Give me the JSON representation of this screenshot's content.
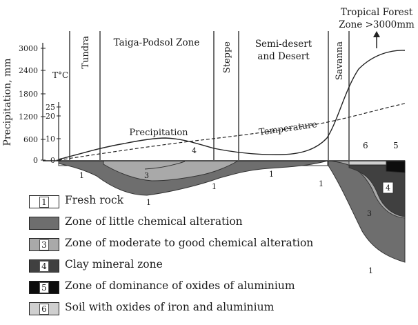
{
  "axis": {
    "ylabel": "Precipitation, mm",
    "ticks": [
      "3000",
      "2400",
      "1800",
      "1200",
      "600",
      "0"
    ],
    "temp_label": "T°C",
    "temp_ticks": [
      "25",
      "20",
      "10",
      "0"
    ]
  },
  "zones": {
    "tundra": "Tundra",
    "taiga": "Taiga-Podsol Zone",
    "steppe": "Steppe",
    "desert_line1": "Semi-desert",
    "desert_line2": "and Desert",
    "savanna": "Savanna",
    "forest_line1": "Tropical Forest",
    "forest_line2": "Zone >3000mm"
  },
  "curves": {
    "precipitation": "Precipitation",
    "temperature": "Temperature"
  },
  "profile_labels": {
    "n1": "1",
    "n3": "3",
    "n4": "4",
    "n5": "5",
    "n6": "6"
  },
  "legend": [
    {
      "num": "1",
      "text": "Fresh rock",
      "color": "#ffffff"
    },
    {
      "num": "",
      "text": "Zone of little chemical alteration",
      "color": "#6e6e6e"
    },
    {
      "num": "3",
      "text": "Zone of moderate to good chemical alteration",
      "color": "#a9a9a9"
    },
    {
      "num": "4",
      "text": "Clay mineral zone",
      "color": "#404040"
    },
    {
      "num": "5",
      "text": "Zone of dominance of oxides of aluminium",
      "color": "#0d0d0d"
    },
    {
      "num": "6",
      "text": "Soil with oxides of iron and aluminium",
      "color": "#cfcfcf"
    }
  ]
}
